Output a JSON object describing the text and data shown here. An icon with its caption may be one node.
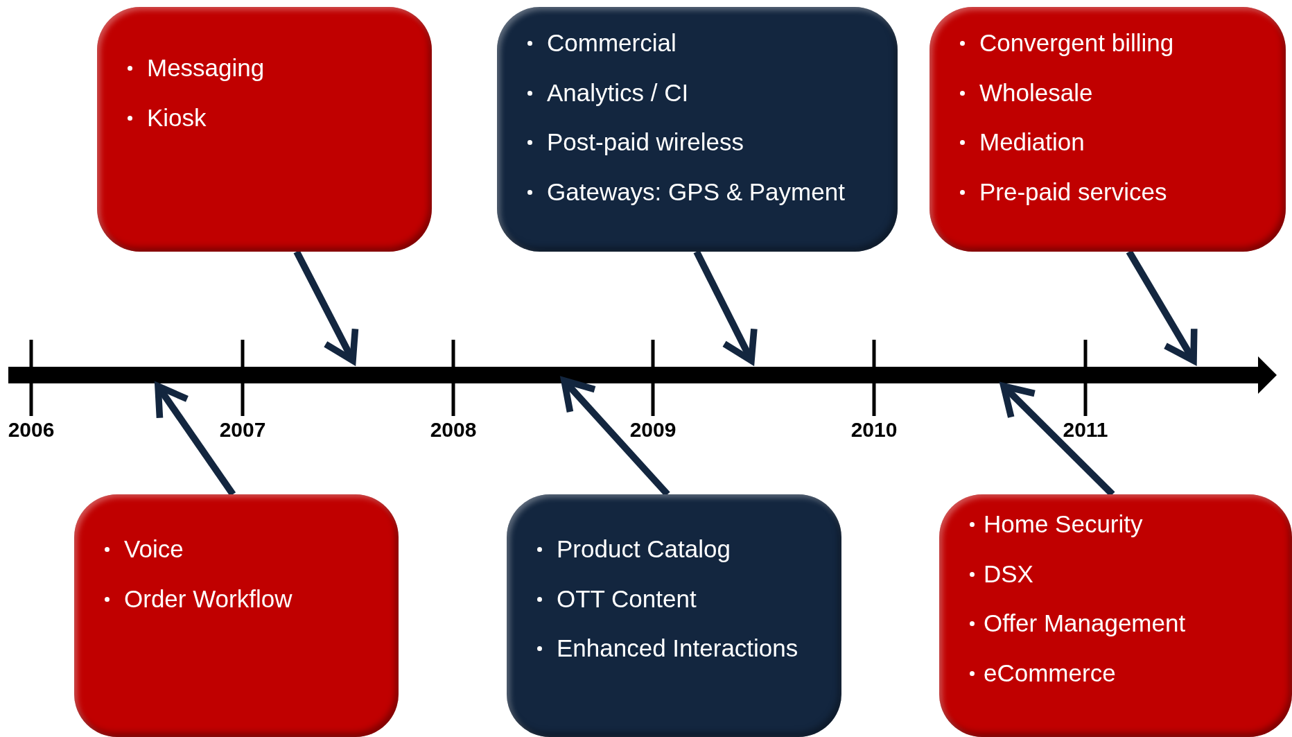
{
  "diagram": {
    "nodes": [
      {
        "text": [
          "Messaging",
          "Kiosk"
        ]
      },
      {
        "text": [
          "Commercial",
          "Analytics / CI",
          "Post-paid wireless",
          "Gateways: GPS & Payment"
        ]
      },
      {
        "text": [
          "Convergent billing",
          "Wholesale",
          "Mediation",
          "Pre-paid services"
        ]
      },
      {
        "text": [
          "Voice",
          "Order Workflow"
        ]
      },
      {
        "text": [
          "Product Catalog",
          "OTT Content",
          "Enhanced Interactions"
        ]
      },
      {
        "text": [
          "Home Security",
          "DSX",
          "Offer Management",
          "eCommerce"
        ]
      }
    ],
    "edges": [
      {
        "from": 0,
        "to": null,
        "arrow": "to"
      },
      {
        "from": 1,
        "to": null,
        "arrow": "to"
      },
      {
        "from": 2,
        "to": null,
        "arrow": "to"
      },
      {
        "from": 3,
        "to": null,
        "arrow": "to"
      },
      {
        "from": 4,
        "to": null,
        "arrow": "to"
      },
      {
        "from": 5,
        "to": null,
        "arrow": "to"
      }
    ],
    "labels": [
      "2006",
      "2007",
      "2008",
      "2009",
      "2010",
      "2011"
    ]
  }
}
